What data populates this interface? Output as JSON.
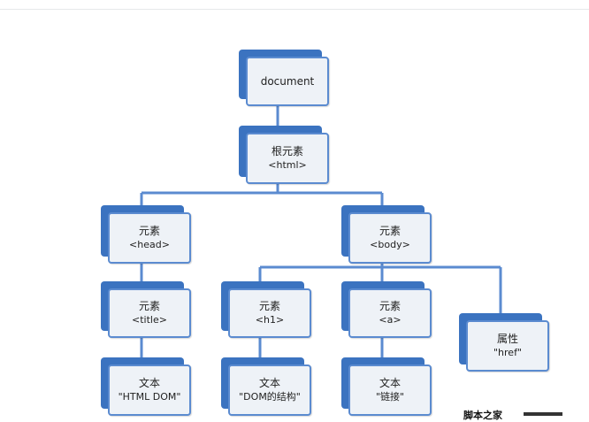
{
  "nodes": {
    "document": {
      "label": "document"
    },
    "html": {
      "label": "根元素",
      "tag": "<html>"
    },
    "head": {
      "label": "元素",
      "tag": "<head>"
    },
    "body": {
      "label": "元素",
      "tag": "<body>"
    },
    "title": {
      "label": "元素",
      "tag": "<title>"
    },
    "h1": {
      "label": "元素",
      "tag": "<h1>"
    },
    "a": {
      "label": "元素",
      "tag": "<a>"
    },
    "attr": {
      "label": "属性",
      "tag": "\"href\""
    },
    "text_title": {
      "label": "文本",
      "tag": "\"HTML DOM\""
    },
    "text_h1": {
      "label": "文本",
      "tag": "\"DOM的结构\""
    },
    "text_a": {
      "label": "文本",
      "tag": "\"链接\""
    }
  },
  "colors": {
    "node_fill": "#eef2f7",
    "node_border": "#5b8bd0",
    "node_shadow": "#3b73c0",
    "edge": "#5b8bd0"
  },
  "watermark": "脚本之家"
}
